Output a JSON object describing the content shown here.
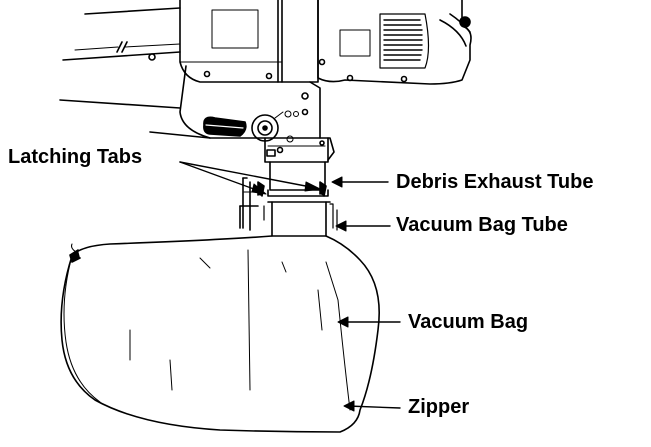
{
  "diagram": {
    "labels": {
      "latching_tabs": "Latching Tabs",
      "debris_exhaust_tube": "Debris Exhaust Tube",
      "vacuum_bag_tube": "Vacuum Bag Tube",
      "vacuum_bag": "Vacuum Bag",
      "zipper": "Zipper"
    },
    "colors": {
      "line": "#000000",
      "background": "#ffffff"
    }
  }
}
